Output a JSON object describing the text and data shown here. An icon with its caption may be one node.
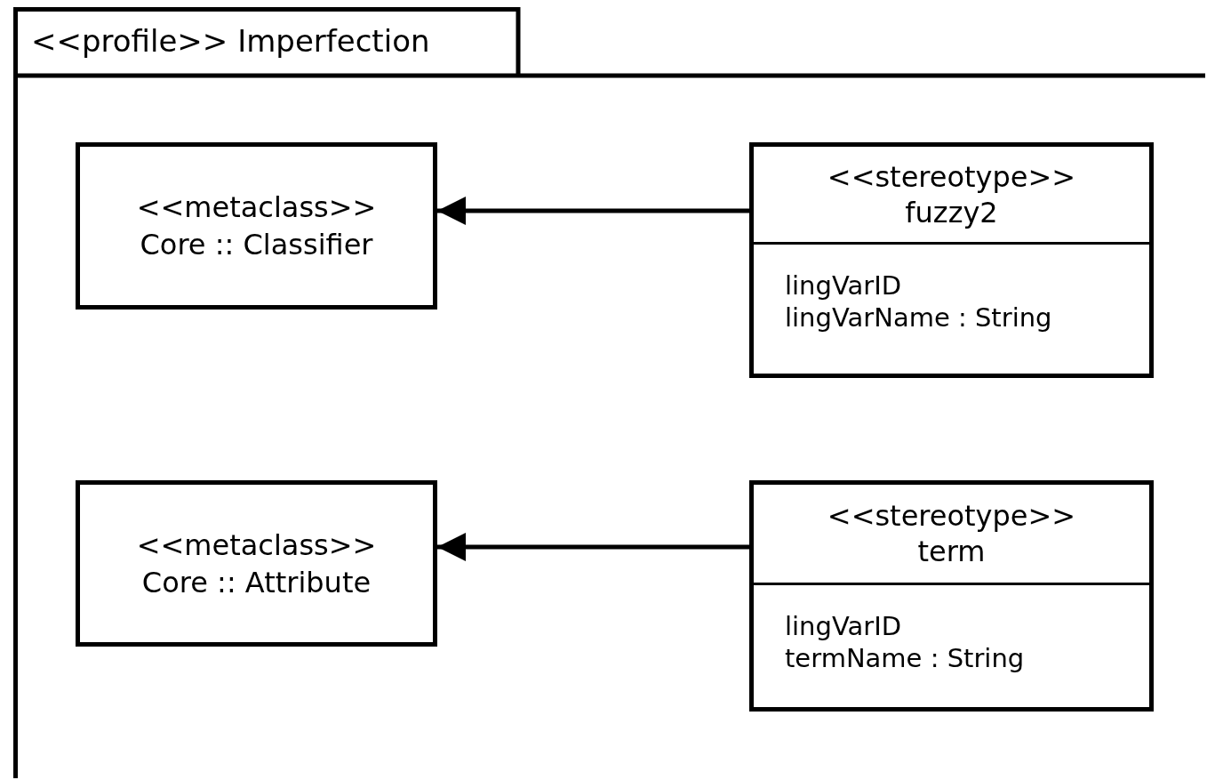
{
  "diagram": {
    "nodes": [
      {
        "text": [
          "<<profile>> Imperfection"
        ]
      },
      {
        "text": [
          "<<metaclass>>",
          "Core :: Classifier"
        ],
        "in": 0
      },
      {
        "text": [
          "<<stereotype>>",
          "fuzzy2",
          "lingVarID",
          "lingVarName : String"
        ],
        "in": 0
      },
      {
        "text": [
          "<<metaclass>>",
          "Core :: Attribute"
        ],
        "in": 0
      },
      {
        "text": [
          "<<stereotype>>",
          "term",
          "lingVarID",
          "termName : String"
        ],
        "in": 0
      }
    ],
    "edges": [
      {
        "from": 2,
        "to": 1,
        "arrow": "to"
      },
      {
        "from": 4,
        "to": 3,
        "arrow": "to"
      }
    ]
  }
}
